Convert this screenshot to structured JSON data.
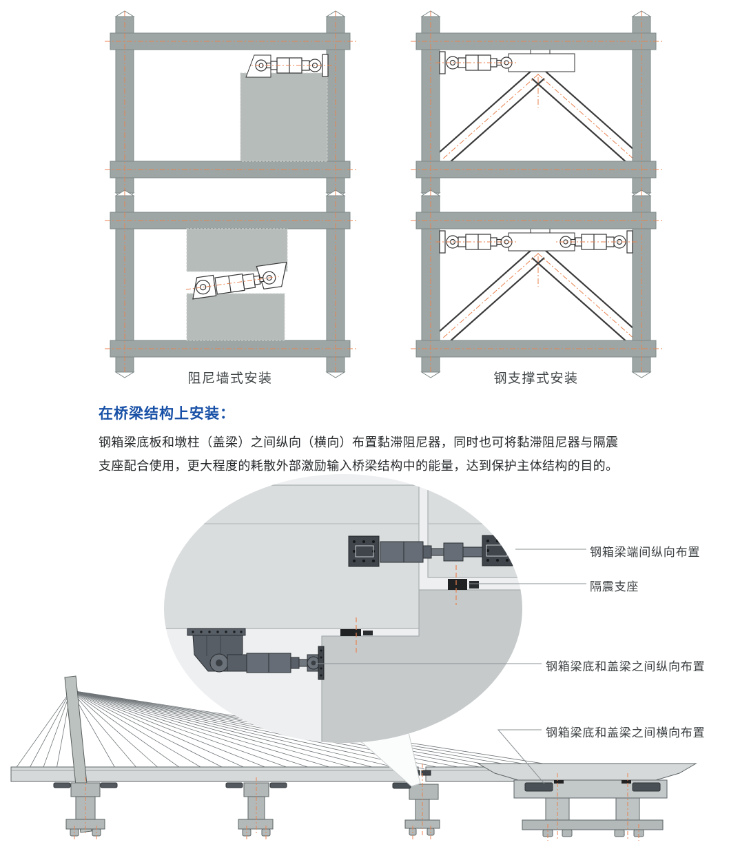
{
  "figure_captions": {
    "left": "阻尼墙式安装",
    "right": "钢支撑式安装"
  },
  "bridge_text": {
    "heading": "在桥梁结构上安装：",
    "line1": "钢箱梁底板和墩柱（盖梁）之间纵向（横向）布置黏滞阻尼器，同时也可将黏滞阻尼器与隔震",
    "line2": "支座配合使用，更大程度的耗散外部激励输入桥梁结构中的能量，达到保护主体结构的目的。"
  },
  "callout_labels": {
    "girder_end_longitudinal": "钢箱梁端间纵向布置",
    "isolation_bearing": "隔震支座",
    "girder_capbeam_longitudinal": "钢箱梁底和盖梁之间纵向布置",
    "girder_capbeam_transverse": "钢箱梁底和盖梁之间横向布置"
  },
  "colors": {
    "heading_blue": "#1750A6",
    "centerline_orange": "#E8824F",
    "frame_gray": "#9DA6A5",
    "wall_panel_gray": "#B6BCBA",
    "girder_light_gray": "#DADDDE",
    "pier_gray": "#C6CACB",
    "device_dark_gray": "#666D76",
    "bearing_black": "#1F2123",
    "text_dark": "#26292B"
  }
}
